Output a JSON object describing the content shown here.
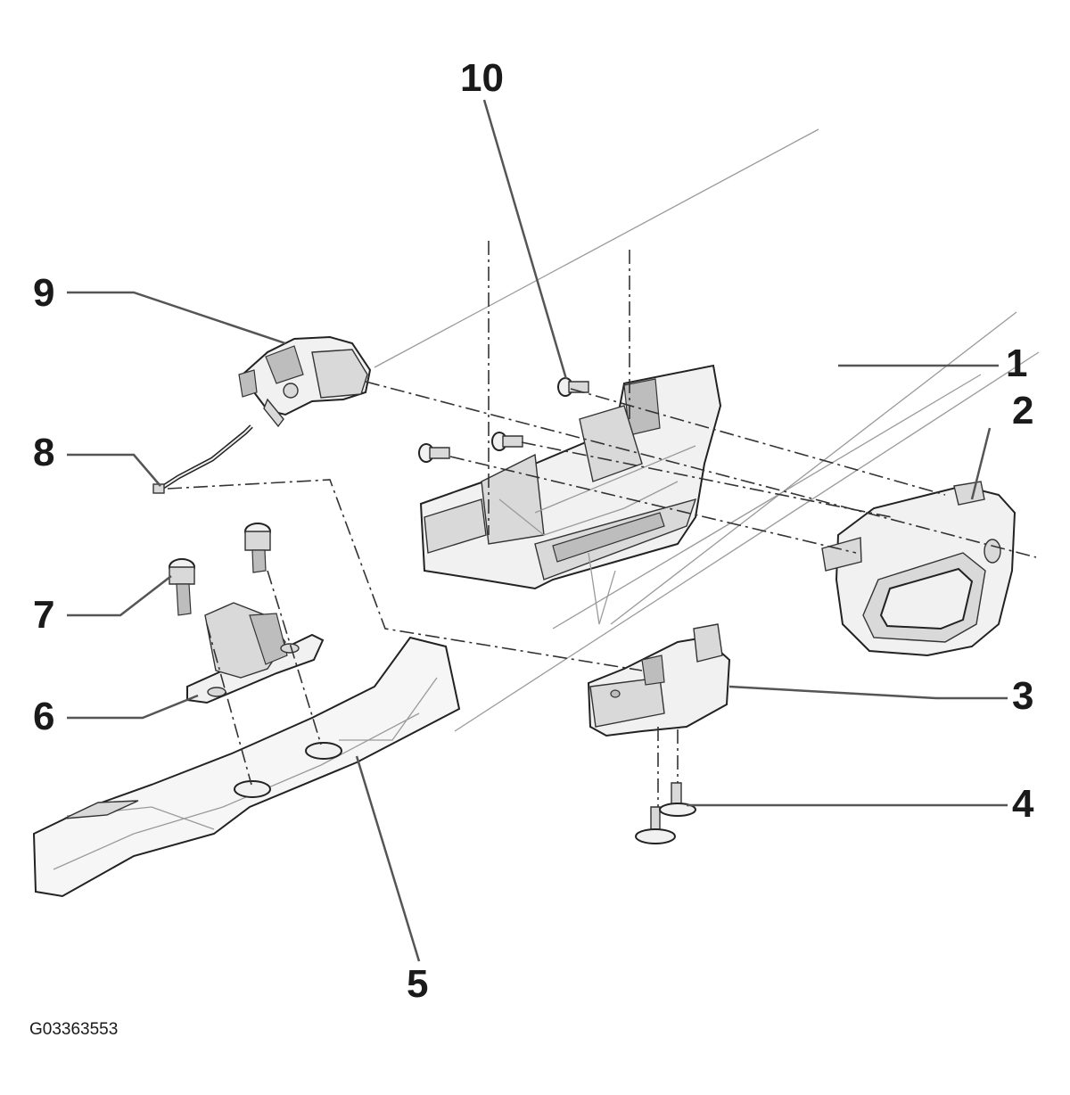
{
  "figure_id": "G03363553",
  "callouts": {
    "c1": "1",
    "c2": "2",
    "c3": "3",
    "c4": "4",
    "c5": "5",
    "c6": "6",
    "c7": "7",
    "c8": "8",
    "c9": "9",
    "c10": "10"
  }
}
